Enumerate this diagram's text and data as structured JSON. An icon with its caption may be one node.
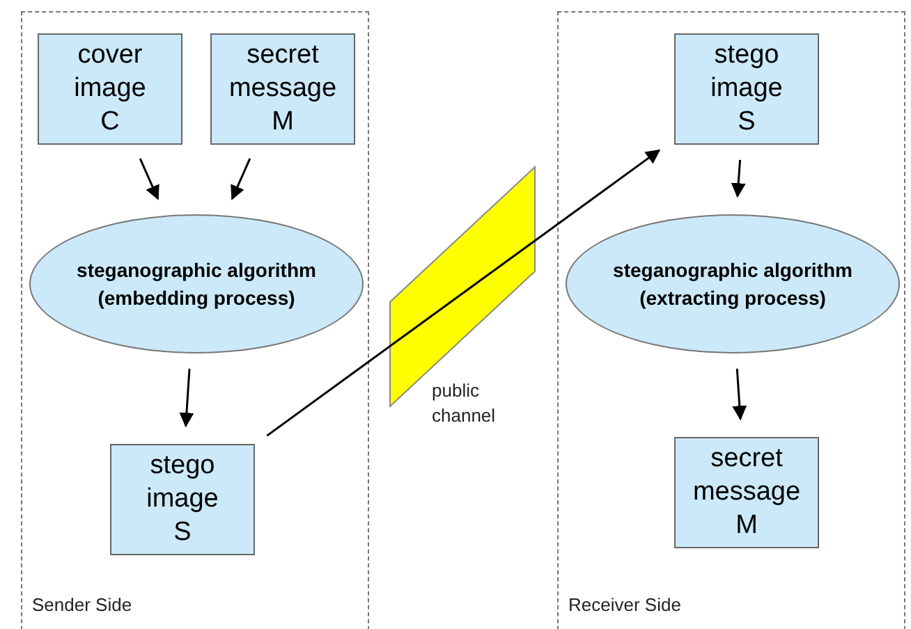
{
  "diagram": {
    "nodes": [
      {
        "text": [
          "Sender Side"
        ]
      },
      {
        "text": [
          "cover image C"
        ],
        "in": 0
      },
      {
        "text": [
          "secret message M"
        ],
        "in": 0
      },
      {
        "text": [
          "steganographic algorithm (embedding process)"
        ],
        "in": 0
      },
      {
        "text": [
          "stego image S"
        ],
        "in": 0
      },
      {
        "text": [
          "Receiver Side"
        ]
      },
      {
        "text": [
          "stego image S"
        ],
        "in": 5
      },
      {
        "text": [
          "steganographic algorithm (extracting process)"
        ],
        "in": 5
      },
      {
        "text": [
          "secret message M"
        ],
        "in": 5
      },
      {
        "text": [
          "public channel"
        ]
      }
    ],
    "edges": [
      {
        "from": 1,
        "to": 3,
        "arrow": "to"
      },
      {
        "from": 2,
        "to": 3,
        "arrow": "to"
      },
      {
        "from": 3,
        "to": 4,
        "arrow": "to"
      },
      {
        "from": 4,
        "to": 6,
        "arrow": "to"
      },
      {
        "from": 6,
        "to": 7,
        "arrow": "to"
      },
      {
        "from": 7,
        "to": 8,
        "arrow": "to"
      }
    ]
  }
}
